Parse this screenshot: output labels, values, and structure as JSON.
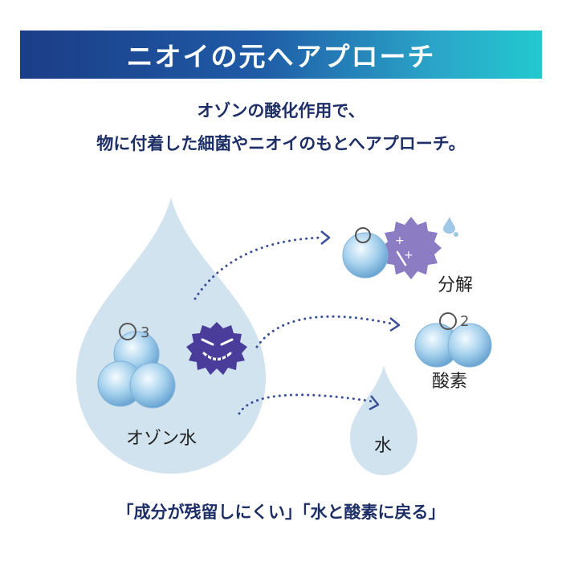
{
  "banner": {
    "title": "ニオイの元へアプローチ"
  },
  "intro": {
    "line1": "オゾンの酸化作用で、",
    "line2": "物に付着した細菌やニオイのもとへアプローチ。"
  },
  "diagram": {
    "ozone_water_label": "オゾン水",
    "ozone_symbol": "3",
    "decompose_label": "分解",
    "oxygen_label": "酸素",
    "oxygen_symbol": "2",
    "water_label": "水"
  },
  "footer": {
    "text": "「成分が残留しにくい」「水と酸素に戻る」"
  },
  "colors": {
    "banner_start": "#1b3d86",
    "banner_end": "#22c9cf",
    "heading_text": "#1d2f66",
    "drop_fill": "#cfe2ee",
    "germ_dark": "#4a3c9a",
    "germ_light": "#8b7cc4",
    "arrow": "#3a4f9a"
  }
}
